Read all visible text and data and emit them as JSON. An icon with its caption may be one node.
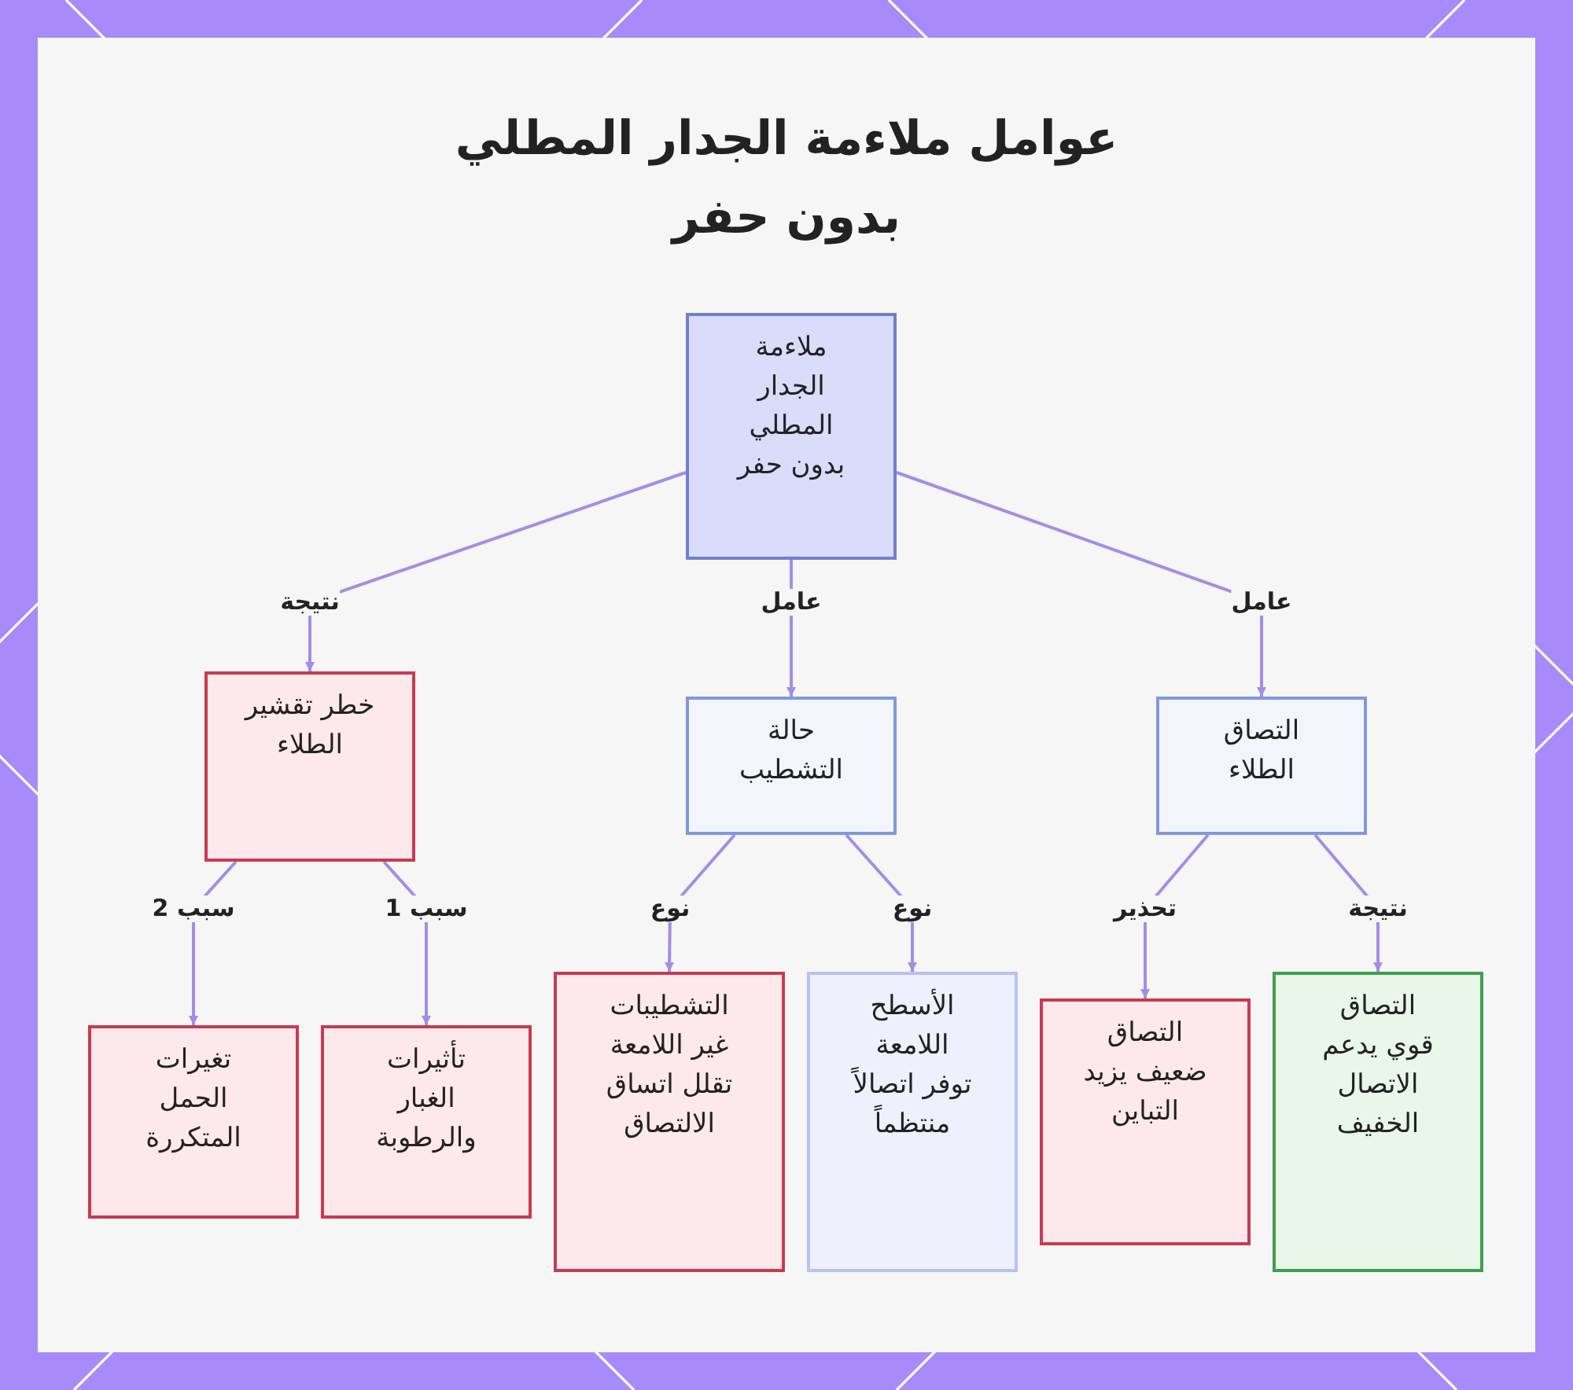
{
  "diagram": {
    "title": "عوامل ملاءمة الجدار المطلي بدون حفر",
    "nodes": [
      {
        "text": [
          "ملاءمة الجدار المطلي بدون حفر"
        ]
      },
      {
        "text": [
          "التصاق الطلاء"
        ]
      },
      {
        "text": [
          "حالة التشطيب"
        ]
      },
      {
        "text": [
          "خطر تقشير الطلاء"
        ]
      },
      {
        "text": [
          "التصاق قوي يدعم الاتصال الخفيف"
        ]
      },
      {
        "text": [
          "التصاق ضعيف يزيد التباين"
        ]
      },
      {
        "text": [
          "الأسطح اللامعة توفر اتصالاً منتظماً"
        ]
      },
      {
        "text": [
          "التشطيبات غير اللامعة تقلل اتساق الالتصاق"
        ]
      },
      {
        "text": [
          "تأثيرات الغبار والرطوبة"
        ]
      },
      {
        "text": [
          "تغيرات الحمل المتكررة"
        ]
      }
    ],
    "edges": [
      {
        "from": 0,
        "to": 1,
        "arrow": "to",
        "label": "عامل"
      },
      {
        "from": 0,
        "to": 2,
        "arrow": "to",
        "label": "عامل"
      },
      {
        "from": 0,
        "to": 3,
        "arrow": "to",
        "label": "نتيجة"
      },
      {
        "from": 1,
        "to": 4,
        "arrow": "to",
        "label": "نتيجة"
      },
      {
        "from": 1,
        "to": 5,
        "arrow": "to",
        "label": "تحذير"
      },
      {
        "from": 2,
        "to": 6,
        "arrow": "to",
        "label": "نوع"
      },
      {
        "from": 2,
        "to": 7,
        "arrow": "to",
        "label": "نوع"
      },
      {
        "from": 3,
        "to": 8,
        "arrow": "to",
        "label": "سبب 1"
      },
      {
        "from": 3,
        "to": 9,
        "arrow": "to",
        "label": "سبب 2"
      }
    ]
  }
}
